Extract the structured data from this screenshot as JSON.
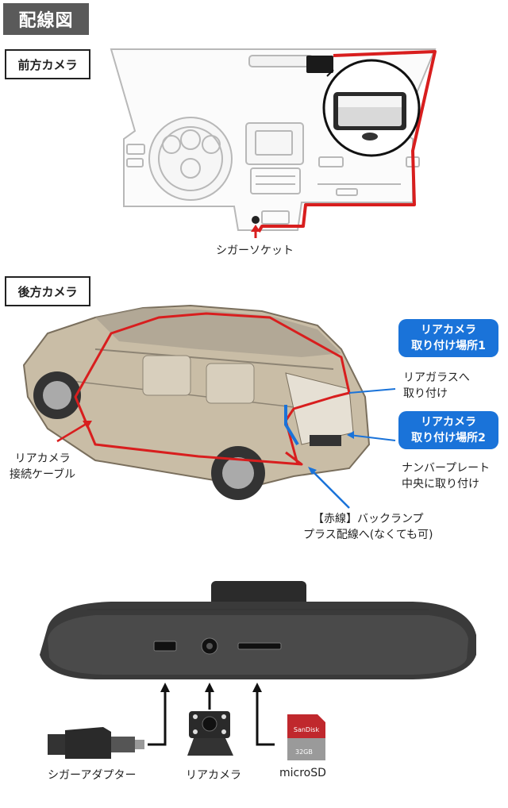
{
  "header": {
    "title": "配線図"
  },
  "sections": {
    "front": {
      "label": "前方カメラ"
    },
    "rear": {
      "label": "後方カメラ"
    }
  },
  "front_diagram": {
    "socket_label": "シガーソケット"
  },
  "rear_diagram": {
    "badge1": {
      "line1": "リアカメラ",
      "line2": "取り付け場所1"
    },
    "note1": {
      "line1": "リアガラスへ",
      "line2": "取り付け"
    },
    "badge2": {
      "line1": "リアカメラ",
      "line2": "取り付け場所2"
    },
    "note2": {
      "line1": "ナンバープレート",
      "line2": "中央に取り付け"
    },
    "cable": {
      "line1": "リアカメラ",
      "line2": "接続ケーブル"
    },
    "redline": {
      "line1": "【赤線】バックランプ",
      "line2": "プラス配線へ(なくても可)"
    }
  },
  "ports_diagram": {
    "items": [
      {
        "label": "シガーアダプター"
      },
      {
        "label": "リアカメラ"
      },
      {
        "label": "microSD"
      }
    ],
    "sd_card": {
      "brand": "SanDisk",
      "capacity": "32GB"
    }
  },
  "colors": {
    "red_wire": "#d81e1e",
    "blue_line": "#1a73d9",
    "badge_gray": "#5a5a5a"
  }
}
